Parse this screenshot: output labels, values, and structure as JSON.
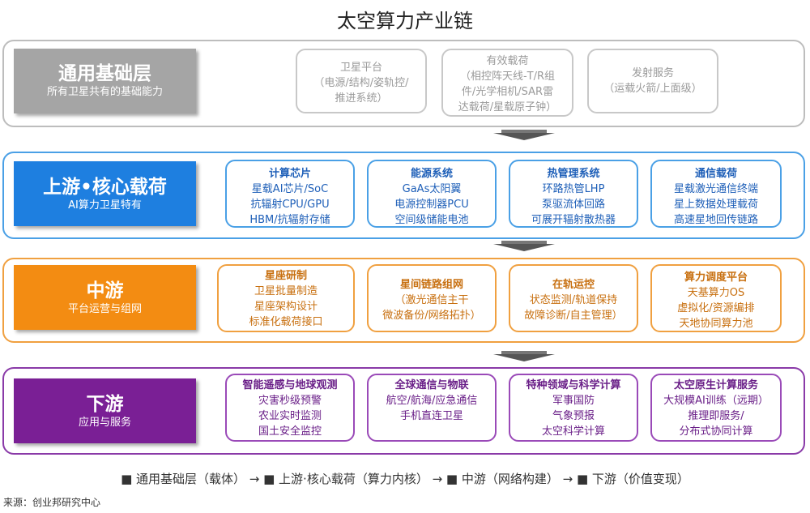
{
  "title": "太空算力产业链",
  "layers": {
    "general": {
      "name": "通用基础层",
      "desc": "所有卫星共有的基础能力",
      "cards": [
        {
          "title": "卫星平台",
          "lines": [
            "（电源/结构/姿轨控/",
            "推进系统）"
          ]
        },
        {
          "title": "有效载荷",
          "lines": [
            "（相控阵天线-T/R组",
            "件/光学相机/SAR雷",
            "达载荷/星载原子钟）"
          ]
        },
        {
          "title": "发射服务",
          "lines": [
            "（运载火箭/上面级）"
          ]
        }
      ]
    },
    "upstream": {
      "name": "上游•核心载荷",
      "desc": "AI算力卫星特有",
      "cards": [
        {
          "title": "计算芯片",
          "lines": [
            "星载AI芯片/SoC",
            "抗辐射CPU/GPU",
            "HBM/抗辐射存储"
          ]
        },
        {
          "title": "能源系统",
          "lines": [
            "GaAs太阳翼",
            "电源控制器PCU",
            "空间级储能电池"
          ]
        },
        {
          "title": "热管理系统",
          "lines": [
            "环路热管LHP",
            "泵驱流体回路",
            "可展开辐射散热器"
          ]
        },
        {
          "title": "通信载荷",
          "lines": [
            "星载激光通信终端",
            "星上数据处理载荷",
            "高速星地回传链路"
          ]
        }
      ]
    },
    "midstream": {
      "name": "中游",
      "desc": "平台运营与组网",
      "cards": [
        {
          "title": "星座研制",
          "lines": [
            "卫星批量制造",
            "星座架构设计",
            "标准化载荷接口"
          ]
        },
        {
          "title": "星间链路组网",
          "lines": [
            "（激光通信主干",
            "微波备份/网络拓扑）"
          ]
        },
        {
          "title": "在轨运控",
          "lines": [
            "状态监测/轨道保持",
            "故障诊断/自主管理）"
          ]
        },
        {
          "title": "算力调度平台",
          "lines": [
            "天基算力OS",
            "虚拟化/资源编排",
            "天地协同算力池"
          ]
        }
      ]
    },
    "downstream": {
      "name": "下游",
      "desc": "应用与服务",
      "cards": [
        {
          "title": "智能遥感与地球观测",
          "lines": [
            "灾害秒级预警",
            "农业实时监测",
            "国土安全监控"
          ]
        },
        {
          "title": "全球通信与物联",
          "lines": [
            "航空/航海/应急通信",
            "手机直连卫星"
          ]
        },
        {
          "title": "特种领域与科学计算",
          "lines": [
            "军事国防",
            "气象预报",
            "太空科学计算"
          ]
        },
        {
          "title": "太空原生计算服务",
          "lines": [
            "大规模AI训练（远期）",
            "推理即服务/",
            "分布式协同计算"
          ]
        }
      ]
    }
  },
  "legend": "■ 通用基础层（载体） → ■ 上游·核心载荷（算力内核） → ■ 中游（网络构建） → ■ 下游（价值变现）",
  "source": "来源：创业邦研究中心",
  "colors": {
    "general": "#a5a5a5",
    "upstream": "#1e7fe0",
    "midstream": "#f38c12",
    "downstream": "#7a1f95"
  }
}
